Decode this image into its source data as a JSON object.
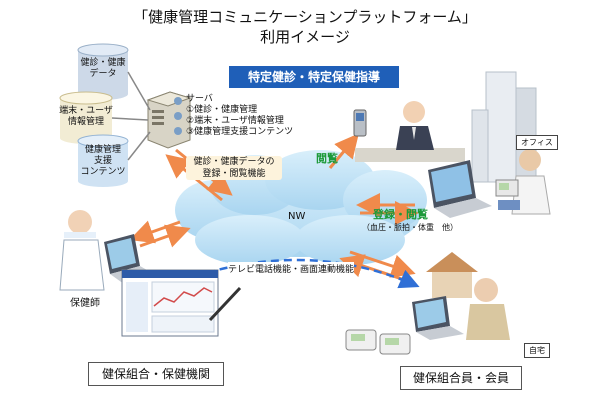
{
  "title_line1": "「健康管理コミュニケーションプラットフォーム」",
  "title_line2": "利用イメージ",
  "banner": "特定健診・特定保健指導",
  "databases": [
    {
      "lines": [
        "健診・健康",
        "データ"
      ]
    },
    {
      "lines": [
        "端末・ユーザ",
        "情報管理"
      ]
    },
    {
      "lines": [
        "健康管理",
        "支援",
        "コンテンツ"
      ]
    }
  ],
  "server": {
    "label": "サーバ",
    "items": [
      "①健診・健康管理",
      "②端末・ユーザ情報管理",
      "③健康管理支援コンテンツ"
    ]
  },
  "upload_label": [
    "健診・健康データの",
    "登録・閲覧機能"
  ],
  "nw_label": "NW",
  "office": {
    "view_label": "閲覧",
    "tag": "オフィス"
  },
  "register": {
    "label": "登録・閲覧",
    "sub": "（血圧・脈拍・体重　他）"
  },
  "video_label": "テレビ電話機能・画面連動機能",
  "nurse_label": "保健師",
  "home_tag": "自宅",
  "bottom_left": "健保組合・保健機関",
  "bottom_right": "健保組合員・会員",
  "colors": {
    "banner": "#1f5fb8",
    "arrow": "#f08a4b",
    "dashed": "#2f6fd6",
    "cloud": "#b9def4",
    "green": "#1d9a3a"
  }
}
